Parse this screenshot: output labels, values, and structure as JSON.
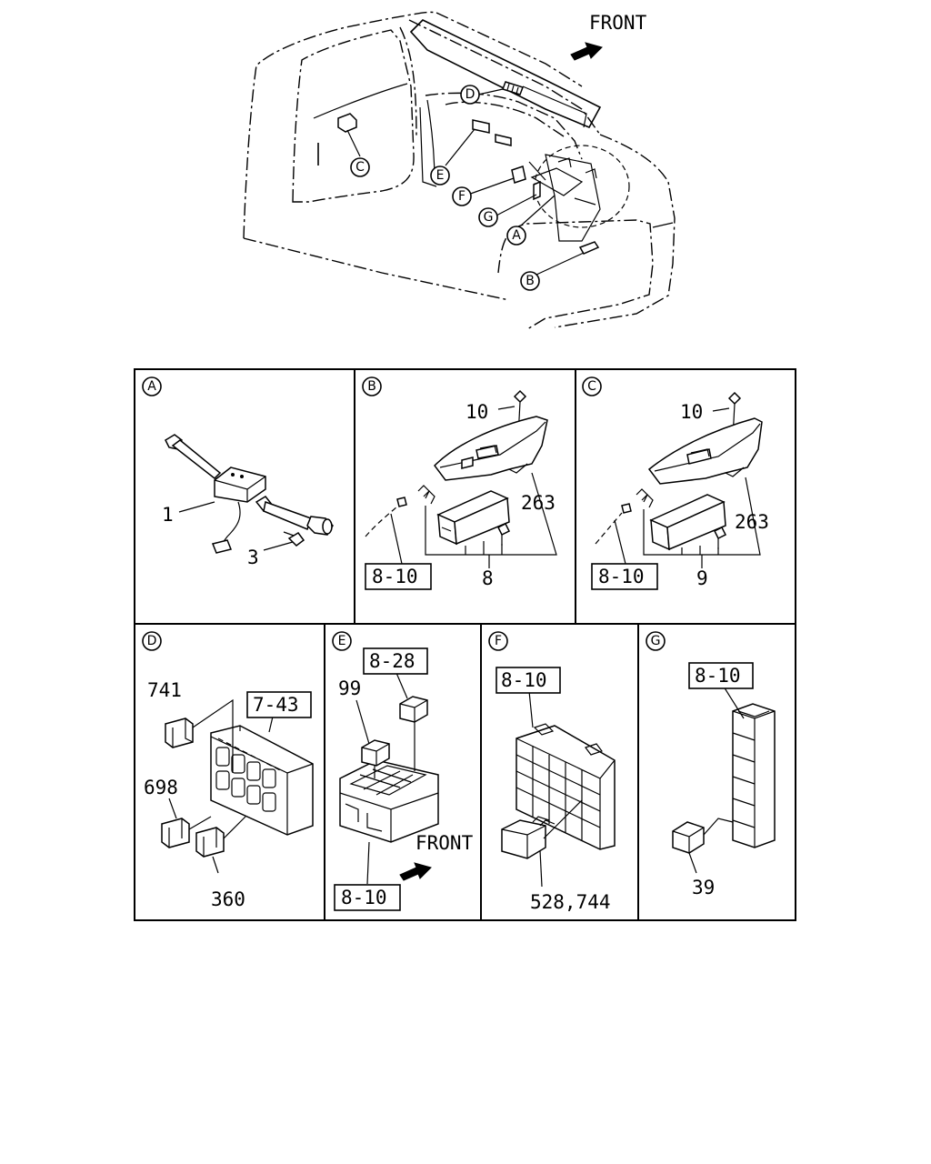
{
  "overview": {
    "front_label": "FRONT",
    "callouts": [
      "A",
      "B",
      "C",
      "D",
      "E",
      "F",
      "G"
    ]
  },
  "panels": {
    "a": {
      "letter": "A",
      "parts": [
        "1",
        "3"
      ]
    },
    "b": {
      "letter": "B",
      "parts": [
        "10",
        "263",
        "8"
      ],
      "ref": "8-10"
    },
    "c": {
      "letter": "C",
      "parts": [
        "10",
        "263",
        "9"
      ],
      "ref": "8-10"
    },
    "d": {
      "letter": "D",
      "parts": [
        "741",
        "698",
        "360"
      ],
      "ref": "7-43"
    },
    "e": {
      "letter": "E",
      "parts": [
        "99"
      ],
      "ref_top": "8-28",
      "ref_bottom": "8-10",
      "front_label": "FRONT"
    },
    "f": {
      "letter": "F",
      "parts": [
        "528,744"
      ],
      "ref": "8-10"
    },
    "g": {
      "letter": "G",
      "parts": [
        "39"
      ],
      "ref": "8-10"
    }
  }
}
